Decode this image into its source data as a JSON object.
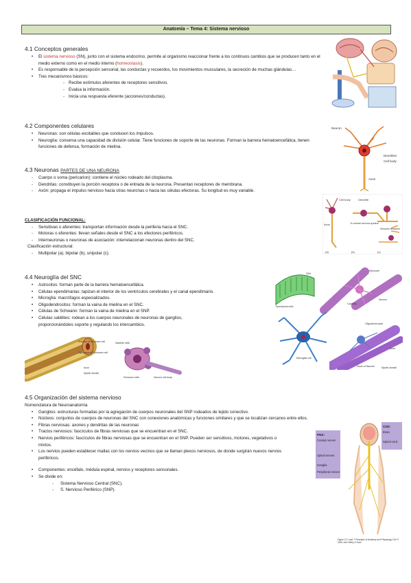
{
  "title": "Anatomía – Tema 4: Sistema nervioso",
  "s41": {
    "heading": "4.1 Conceptos generales",
    "b1a": "El ",
    "b1red": "sistema nervioso",
    "b1b": " (SN), junto con el sistema endocrino, permite al organismo reaccionar frente a los continuos cambios que se producen tanto en el medio externo como en el medio interno (",
    "b1red2": "homeostasis",
    "b1c": ").",
    "b2": "Es responsable de la percepción sensorial, las conductas y recuerdos, los movimientos musculares, la secreción de muchas glándulas…",
    "b3": "Tres mecanismos básicos:",
    "d1": "Recibe estímulos aferentes de receptores sensitivos.",
    "d2": "Evalúa la información.",
    "d3": "Inicia una respuesta eferente (acciones/conductas)."
  },
  "s42": {
    "heading": "4.2 Componentes celulares",
    "b1": "Neuronas: son células excitables que conducen los impulsos.",
    "b2": "Neuroglía: conserva una capacidad de división celular. Tiene funciones de soporte de las neuronas. Forman la barrera hematoencefálica, tienen funciones de defensa, formación de mielina."
  },
  "s43": {
    "heading_a": "4.3 Neuronas ",
    "heading_u": "PARTES DE UNA NEURONA",
    "i1": "Cuerpo o soma (pericarion): contiene el núcleo rodeado del citoplasma.",
    "i2": "Dendritas: constituyen la porción receptora o de entrada de la neurona. Presentan receptores de membrana.",
    "i3": "Axón: propaga el impulso nervioso hacia otras neuronas o hacia las células efectoras. Su longitud es muy variable.",
    "func_heading": "CLASIFICACIÓN FUNCIONAL:",
    "f1": "Sensitivas o aferentes: transportan información desde la periferia hacia el SNC.",
    "f2": "Motoras o eferentes: llevan señales desde el SNC a los efectores periféricos.",
    "f3": "Interneuronas o neuronas de asociación: interrelacionan neuronas dentro del SNC.",
    "struct_heading": "Clasificación estructural:",
    "e1": "Multipolar (a), bipolar (b), unipolar (c)."
  },
  "s44": {
    "heading": "4.4 Neuroglía del SNC",
    "b1": "Astrocitos: forman parte de la barrera hematoencefálica.",
    "b2": "Células ependimarias: tapizan el interior de los ventrículos cerebrales y el canal ependimario.",
    "b3": "Microglía: macrófagos especializados.",
    "b4": "Oligodendrocitos: forman la vaina de mielina en el SNC.",
    "b5": "Células de Schwann: forman la vaina de mielina en el SNP.",
    "b6": "Células satélites: rodean a los cuerpos neuronales de neuronas de ganglios, proporcionándoles soporte y regulando los intercambios."
  },
  "s45": {
    "heading": "4.5 Organización del sistema nervioso",
    "sub": "Nomenclatura de Neuroanatomía",
    "b1": "Ganglios: estructuras formadas por la agregación de cuerpos neuronales del SNP rodeados de tejido conectivo.",
    "b2": "Núcleos: conjuntos de cuerpos de neuronas del SNC con conexiones anatómicas y funciones similares y que se localizan cercanos entre ellos.",
    "b3": "Fibras nerviosas: axones y dendritas de las neuronas",
    "b4": "Tractos nerviosos: fascículos de fibras nerviosas que se encuentran en el SNC.",
    "b5": "Nervios periféricos: fascículos de fibras nerviosas que se encuentran en el SNP. Pueden ser sensitivos, motores, vegetativos o mixtos.",
    "b6": "Los nervios pueden establecer mallas con los nervios vecinos que se llaman plexos nerviosos, de donde surgirán nuevos nervios periféricos.",
    "c1": "Componentes: encéfalo, médula espinal, nervios y receptores sensoriales.",
    "c2": "Se divide en:",
    "d1": "Sistema Nervioso Central (SNC).",
    "d2": "S. Nervioso Periférico (SNP)."
  },
  "fig_neuron": {
    "neuron": "Neuron",
    "dendrites": "Dendrites",
    "cell_body": "Cell body",
    "axon": "Axon"
  },
  "fig_types": {
    "dendrite": "Dendrite",
    "cell_body": "Cell body",
    "axon": "Axon",
    "to_cns": "To central nervous system",
    "sensory": "Sensory receptors",
    "label_a": "(a)",
    "label_b": "(b)",
    "label_c": "(c)"
  },
  "fig_glia": {
    "ependymal": "Ependymal cells",
    "cilia": "Cilia",
    "astrocyte": "Astrocyte",
    "capillary": "Capillary",
    "neuron": "Neuron",
    "microglial": "Microglial cell",
    "oligodendrocyte": "Oligodendrocyte",
    "axon": "Axon",
    "node": "Node of Ranvier",
    "myelin": "Myelin sheath"
  },
  "fig_schwann": {
    "nucleus": "Nucleus of Schwann cell",
    "cytoplasm": "Cytoplasm of Schwann cell",
    "axon": "Axon",
    "myelin": "Myelin sheath",
    "satellite": "Satellite cells",
    "schwann": "Schwann cells",
    "neuron": "Neuron cell body"
  },
  "fig_body": {
    "pns": "PNS:",
    "cranial": "Cranial nerves",
    "cns": "CNS:",
    "brain": "Brain",
    "spinal_cord": "Spinal cord",
    "spinal_nerves": "Spinal nerves",
    "ganglia": "Ganglia",
    "peripheral": "Peripheral nerves",
    "caption": "Figure 12.1 and 7 Principles of Anatomy and Physiology 11/e © 2006 John Wiley & Sons"
  }
}
